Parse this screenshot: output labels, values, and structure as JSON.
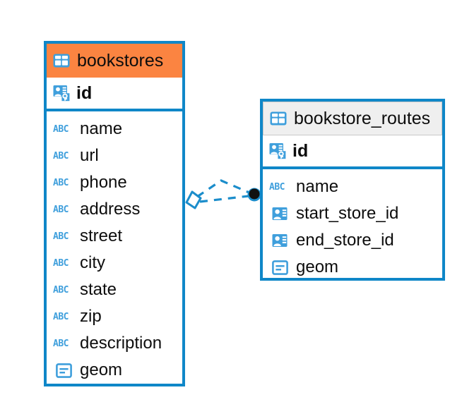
{
  "diagram": {
    "type": "entity-relationship-diagram",
    "background": "#ffffff",
    "accent_blue": "#0f87c8",
    "highlight_orange": "#fb8441",
    "header_gray": "#efefef",
    "icon_blue": "#3f9fdc"
  },
  "entities": [
    {
      "name": "bookstores",
      "header_style": "orange",
      "header_icon": "table-icon",
      "primary_key": {
        "label": "id",
        "icon": "primary-key-icon"
      },
      "fields": [
        {
          "label": "name",
          "icon": "abc-text-icon",
          "type": "text"
        },
        {
          "label": "url",
          "icon": "abc-text-icon",
          "type": "text"
        },
        {
          "label": "phone",
          "icon": "abc-text-icon",
          "type": "text"
        },
        {
          "label": "address",
          "icon": "abc-text-icon",
          "type": "text"
        },
        {
          "label": "street",
          "icon": "abc-text-icon",
          "type": "text"
        },
        {
          "label": "city",
          "icon": "abc-text-icon",
          "type": "text"
        },
        {
          "label": "state",
          "icon": "abc-text-icon",
          "type": "text"
        },
        {
          "label": "zip",
          "icon": "abc-text-icon",
          "type": "text"
        },
        {
          "label": "description",
          "icon": "abc-text-icon",
          "type": "text"
        },
        {
          "label": "geom",
          "icon": "geometry-icon",
          "type": "geometry"
        }
      ]
    },
    {
      "name": "bookstore_routes",
      "header_style": "gray",
      "header_icon": "table-icon",
      "primary_key": {
        "label": "id",
        "icon": "primary-key-icon"
      },
      "fields": [
        {
          "label": "name",
          "icon": "abc-text-icon",
          "type": "text"
        },
        {
          "label": "start_store_id",
          "icon": "foreign-key-icon",
          "type": "foreign-key"
        },
        {
          "label": "end_store_id",
          "icon": "foreign-key-icon",
          "type": "foreign-key"
        },
        {
          "label": "geom",
          "icon": "geometry-icon",
          "type": "geometry"
        }
      ]
    }
  ],
  "relationship": {
    "source_marker": "diamond-marker",
    "target_marker": "filled-circle-marker",
    "line_style": "dashed",
    "line_color": "#0f87c8"
  },
  "abc_icon_text": "ABC"
}
